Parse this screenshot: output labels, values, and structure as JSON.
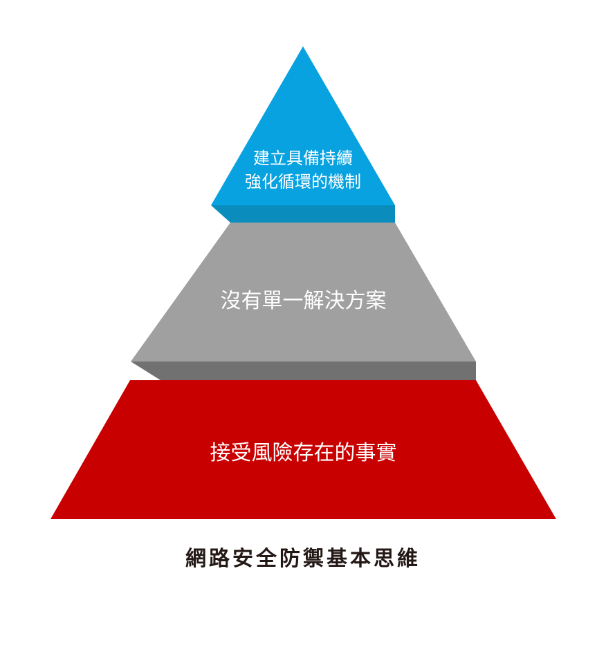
{
  "colors": {
    "top": "#08a2e0",
    "top_shadow": "#0a8cbd",
    "middle": "#a0a0a0",
    "middle_shadow": "#727171",
    "bottom": "#c90000"
  },
  "levels": [
    {
      "line1": "建立具備持續",
      "line2": "強化循環的機制"
    },
    {
      "text": "沒有單一解決方案"
    },
    {
      "text": "接受風險存在的事實"
    }
  ],
  "title": "網路安全防禦基本思維"
}
